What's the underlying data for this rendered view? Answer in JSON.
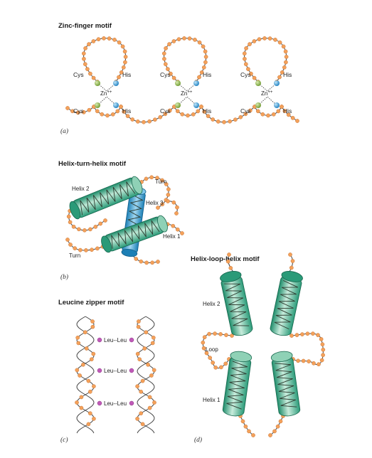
{
  "panel_a": {
    "title": "Zinc-finger motif",
    "label": "(a)",
    "cys": "Cys",
    "his": "His",
    "zn": "Zn",
    "zn_charge": "++"
  },
  "panel_b": {
    "title": "Helix-turn-helix motif",
    "label": "(b)",
    "helix2": "Helix 2",
    "helix3": "Helix 3",
    "helix1": "Helix 1",
    "turn_top": "Turn",
    "turn_bottom": "Turn"
  },
  "panel_c": {
    "title": "Leucine zipper motif",
    "label": "(c)",
    "pair": "Leu--Leu"
  },
  "panel_d": {
    "title": "Helix-loop-helix motif",
    "label": "(d)",
    "helix2": "Helix 2",
    "loop": "Loop",
    "helix1": "Helix 1"
  },
  "colors": {
    "bead": "#f4a15a",
    "cys_ball": "#8db04a",
    "his_ball": "#2f9fd8",
    "helix_green": "#3fae8c",
    "helix_blue": "#3a9fd0",
    "leu_mark": "#c05ab8"
  }
}
